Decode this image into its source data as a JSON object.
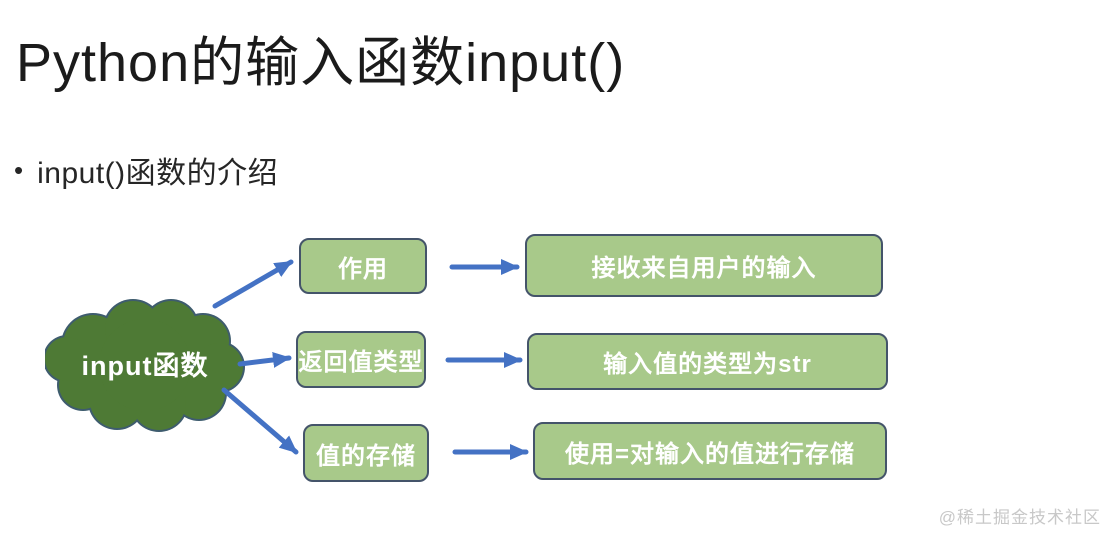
{
  "slide": {
    "title": "Python的输入函数input()",
    "bullet_marker": "•",
    "bullet": "input()函数的介绍",
    "watermark": "@稀土掘金技术社区"
  },
  "diagram": {
    "root": {
      "label": "input函数",
      "shape": "cloud"
    },
    "rows": [
      {
        "topic": "作用",
        "detail": "接收来自用户的输入"
      },
      {
        "topic": "返回值类型",
        "detail": "输入值的类型为str"
      },
      {
        "topic": "值的存储",
        "detail": "使用=对输入的值进行存储"
      }
    ],
    "colors": {
      "cloud_fill": "#4e7a35",
      "cloud_outline": "#3e5c6e",
      "box_fill": "#a8c98a",
      "box_border": "#44546a",
      "arrow": "#4472c4",
      "box_text": "#ffffff",
      "title_text": "#1b1b1b",
      "watermark_text": "#c8c8c8"
    }
  }
}
